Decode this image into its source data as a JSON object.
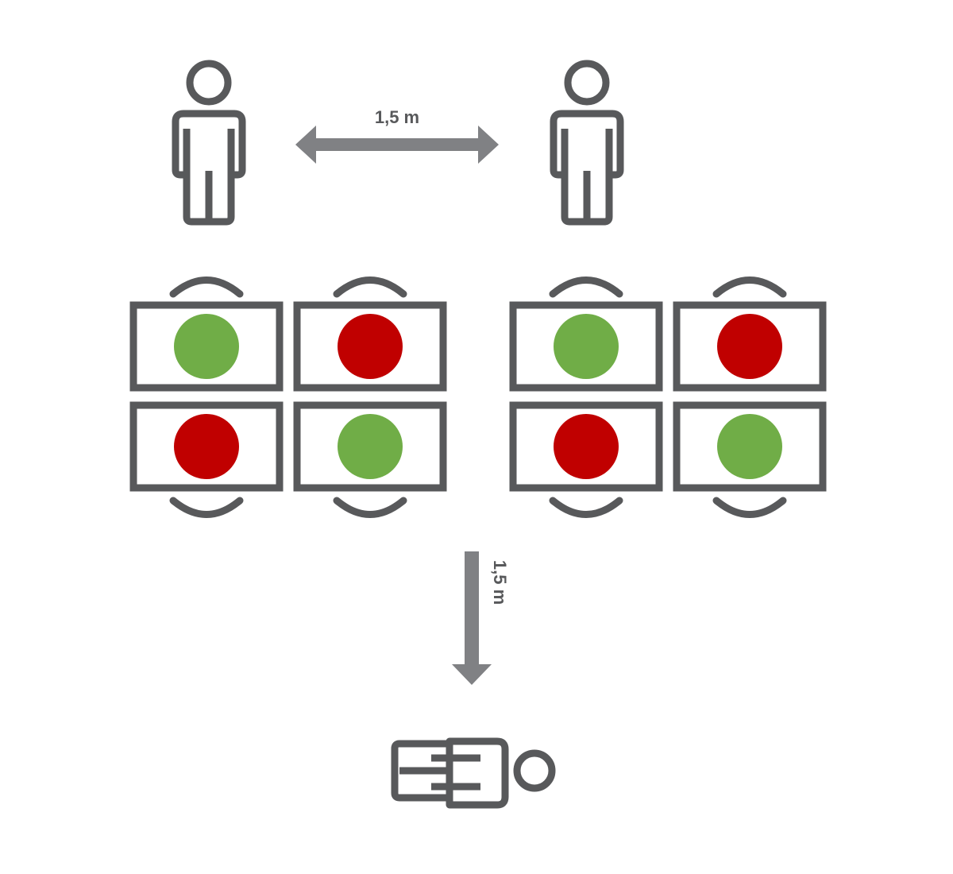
{
  "colors": {
    "outline": "#58595b",
    "arrow": "#808184",
    "text": "#58595b",
    "occupied": "#70ad47",
    "free": "#c00000"
  },
  "labels": {
    "horizontal_distance": "1,5 m",
    "vertical_distance": "1,5 m"
  },
  "people": [
    {
      "name": "person-left",
      "orientation": "standing"
    },
    {
      "name": "person-right",
      "orientation": "standing"
    },
    {
      "name": "person-bottom",
      "orientation": "lying"
    }
  ],
  "desk_groups": [
    {
      "name": "left",
      "desks": [
        {
          "row": "top",
          "col": 1,
          "status": "occupied"
        },
        {
          "row": "top",
          "col": 2,
          "status": "free"
        },
        {
          "row": "bottom",
          "col": 1,
          "status": "free"
        },
        {
          "row": "bottom",
          "col": 2,
          "status": "occupied"
        }
      ]
    },
    {
      "name": "right",
      "desks": [
        {
          "row": "top",
          "col": 1,
          "status": "occupied"
        },
        {
          "row": "top",
          "col": 2,
          "status": "free"
        },
        {
          "row": "bottom",
          "col": 1,
          "status": "free"
        },
        {
          "row": "bottom",
          "col": 2,
          "status": "occupied"
        }
      ]
    }
  ]
}
